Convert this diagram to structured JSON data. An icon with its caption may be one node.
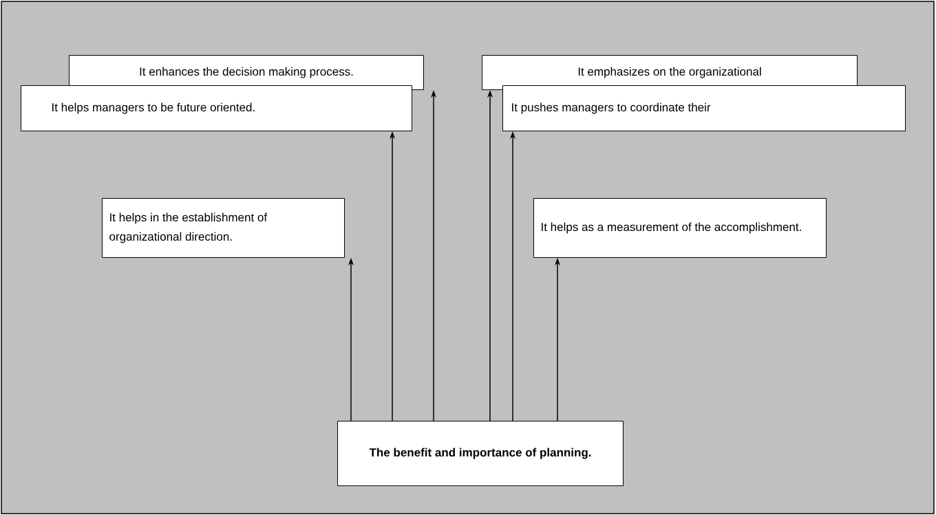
{
  "diagram": {
    "nodes": [
      {
        "text": [
          "It enhances the decision making process."
        ]
      },
      {
        "text": [
          "It emphasizes on the organizational"
        ]
      },
      {
        "text": [
          "It helps managers to be future oriented."
        ]
      },
      {
        "text": [
          "It pushes managers to coordinate their"
        ]
      },
      {
        "text": [
          "It helps in the establishment of organizational direction."
        ]
      },
      {
        "text": [
          "It helps as a measurement of the accomplishment."
        ]
      },
      {
        "text": [
          "**The benefit and importance of planning.**"
        ]
      }
    ],
    "edges": [
      {
        "from": 6,
        "to": 4,
        "arrow": "to"
      },
      {
        "from": 6,
        "to": 2,
        "arrow": "to"
      },
      {
        "from": 6,
        "to": 0,
        "arrow": "to"
      },
      {
        "from": 6,
        "to": 1,
        "arrow": "to"
      },
      {
        "from": 6,
        "to": 3,
        "arrow": "to"
      },
      {
        "from": 6,
        "to": 5,
        "arrow": "to"
      }
    ]
  }
}
